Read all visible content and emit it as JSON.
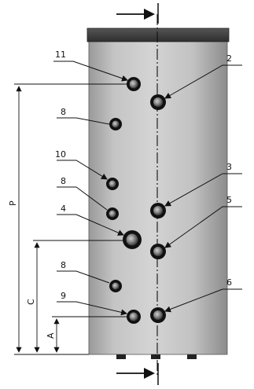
{
  "diagram": {
    "callouts": [
      {
        "id": "c2",
        "label": "2"
      },
      {
        "id": "c3",
        "label": "3"
      },
      {
        "id": "c4",
        "label": "4"
      },
      {
        "id": "c5",
        "label": "5"
      },
      {
        "id": "c6",
        "label": "6"
      },
      {
        "id": "c8a",
        "label": "8"
      },
      {
        "id": "c8b",
        "label": "8"
      },
      {
        "id": "c8c",
        "label": "8"
      },
      {
        "id": "c9",
        "label": "9"
      },
      {
        "id": "c10",
        "label": "10"
      },
      {
        "id": "c11",
        "label": "11"
      }
    ],
    "dimensions": [
      {
        "id": "P",
        "label": "P"
      },
      {
        "id": "C",
        "label": "C"
      },
      {
        "id": "A",
        "label": "A"
      }
    ]
  },
  "colors": {
    "tank_light": "#d2d2d2",
    "tank_dark": "#8e8e8e",
    "lid": "#3a3a3a",
    "connector": "#1a1a1a"
  }
}
